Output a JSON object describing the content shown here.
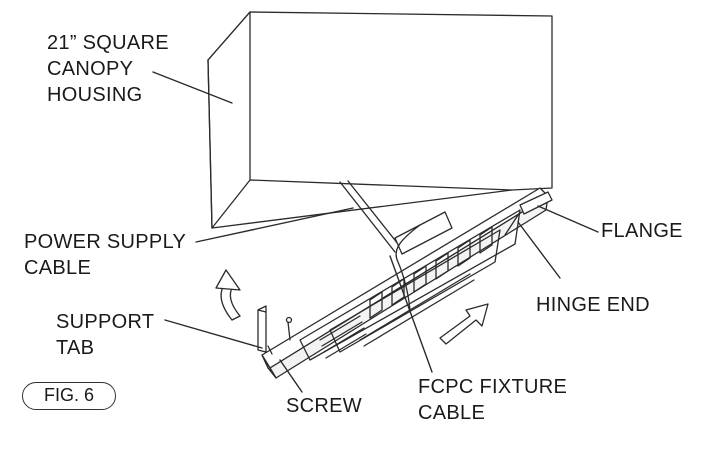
{
  "figure": {
    "badge": "FIG. 6"
  },
  "labels": {
    "canopy": [
      "21” SQUARE",
      "CANOPY",
      "HOUSING"
    ],
    "power_supply": [
      "POWER SUPPLY",
      "CABLE"
    ],
    "support_tab": [
      "SUPPORT",
      "TAB"
    ],
    "flange": "FLANGE",
    "hinge_end": "HINGE END",
    "screw": "SCREW",
    "fcpc": [
      "FCPC FIXTURE",
      "CABLE"
    ]
  },
  "colors": {
    "line": "#2b2b2b",
    "text": "#1a1a1a"
  }
}
